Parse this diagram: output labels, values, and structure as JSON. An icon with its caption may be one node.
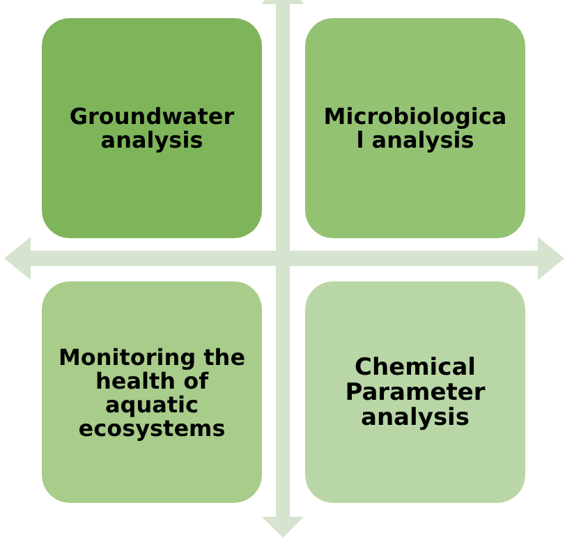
{
  "diagram": {
    "nodes": [
      {
        "text": [
          "Groundwater analysis"
        ]
      },
      {
        "text": [
          "Microbiologica l analysis"
        ]
      },
      {
        "text": [
          "Monitoring the health of aquatic ecosystems"
        ]
      },
      {
        "text": [
          "Chemical Parameter analysis"
        ]
      }
    ]
  }
}
